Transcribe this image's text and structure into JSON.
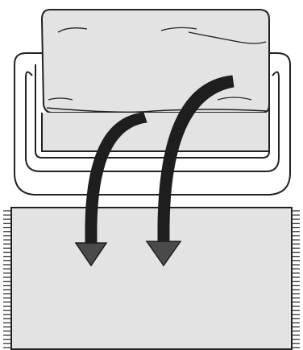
{
  "diagram": {
    "kind": "illustration",
    "subject": "",
    "colors": {
      "outline": "#222222",
      "armchair_fill": "#ffffff",
      "cushion_fill": "#e3e3e3",
      "rug_fill": "#e3e3e3",
      "arrow_fill": "#1e1e1e",
      "arrowhead_fill": "#4a4a4a"
    },
    "icons": {
      "armchair": "armchair-icon",
      "cushion": "seat-cushion-icon",
      "rug": "fringed-rug-icon",
      "arrow": "curved-down-arrow-icon"
    },
    "rug": {
      "fringe_count_left": 34,
      "fringe_count_right": 34
    },
    "arrows": [
      {
        "id": "left-arrow"
      },
      {
        "id": "right-arrow"
      }
    ]
  }
}
